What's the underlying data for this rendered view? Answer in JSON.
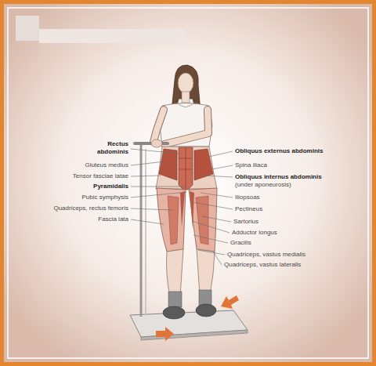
{
  "diagram": {
    "labels": [
      "Rectus abdominis",
      "Gluteus medius",
      "Tensor fasciae latae",
      "Pyramidalis",
      "Pubic symphysis",
      "Quadriceps, rectus femoris",
      "Fascia lata",
      "Obliquus externus abdominis",
      "Spina iliaca",
      "Obliquus internus abdominis",
      "(under aponeurosis)",
      "Iliopsoas",
      "Pectineus",
      "Sartorius",
      "Adductor longus",
      "Gracilis",
      "Quadriceps, vastus medialis",
      "Quadriceps, vastus lateralis"
    ]
  }
}
